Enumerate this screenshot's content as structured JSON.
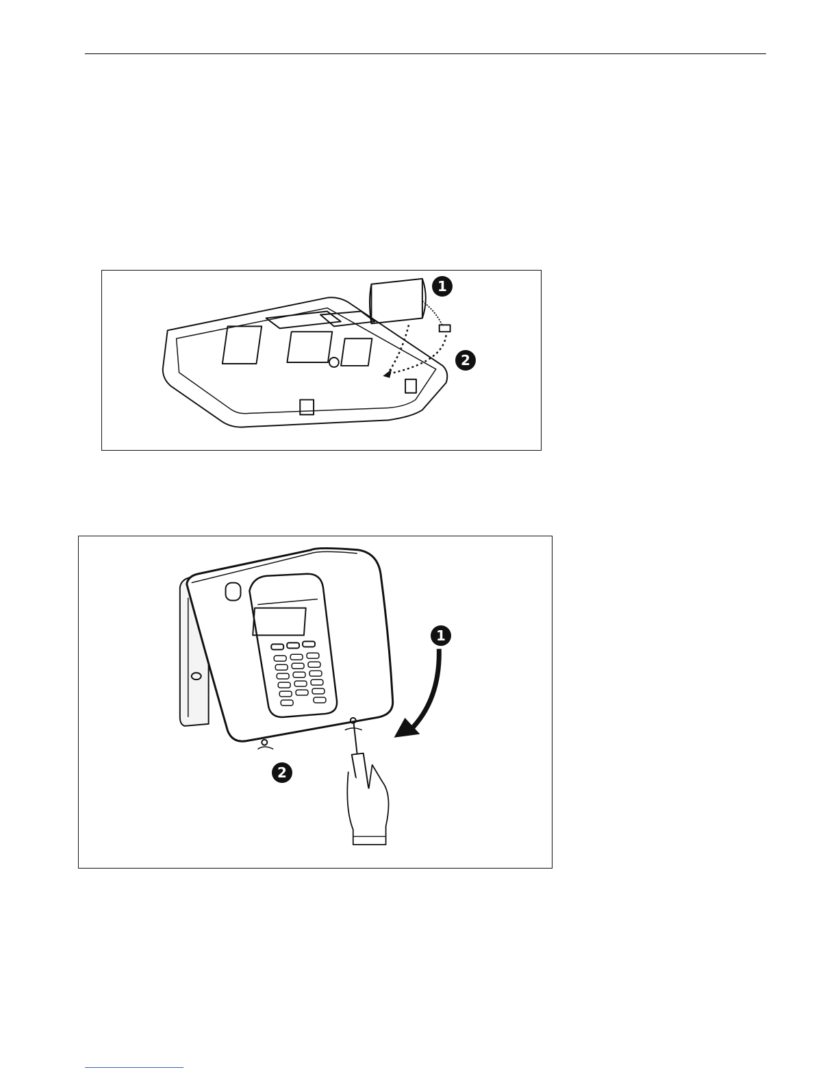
{
  "figures": [
    {
      "id": "battery-install",
      "steps": [
        {
          "label": "1",
          "meaning": "battery-pack"
        },
        {
          "label": "2",
          "meaning": "insert-connector"
        }
      ]
    },
    {
      "id": "front-cover-close",
      "steps": [
        {
          "label": "1",
          "meaning": "close-cover"
        },
        {
          "label": "2",
          "meaning": "tighten-screws"
        }
      ]
    }
  ],
  "colors": {
    "line": "#111111",
    "footnote_rule": "#3b5fc0"
  }
}
